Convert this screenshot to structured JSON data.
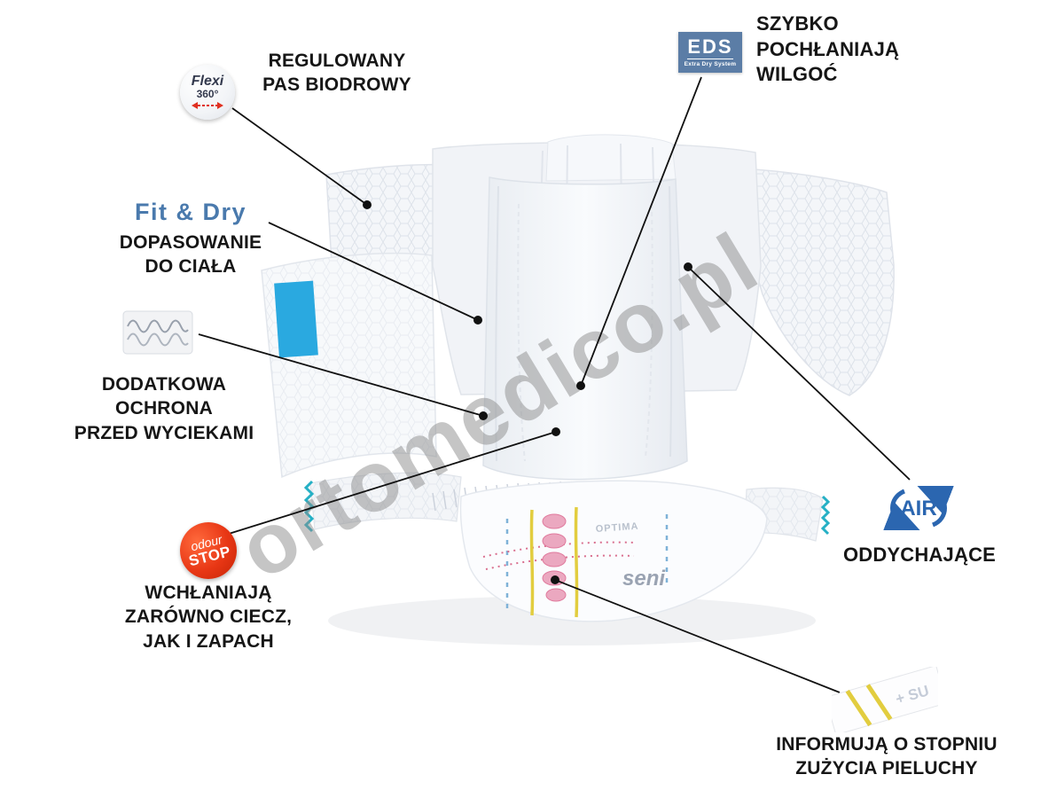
{
  "watermark": "ortomedico.pl",
  "product": {
    "brand": "seni",
    "line": "OPTIMA"
  },
  "features": {
    "flexi": {
      "badge_line1": "Flexi",
      "badge_line2": "360°",
      "label": "REGULOWANY\nPAS BIODROWY"
    },
    "fit_dry": {
      "badge": "Fit & Dry",
      "label": "DOPASOWANIE\nDO CIAŁA"
    },
    "leak_protection": {
      "label": "DODATKOWA\nOCHRONA\nPRZED WYCIEKAMI"
    },
    "odour_stop": {
      "badge_line1": "odour",
      "badge_line2": "STOP",
      "label": "WCHŁANIAJĄ\nZARÓWNO CIECZ,\nJAK I ZAPACH"
    },
    "eds": {
      "badge_main": "EDS",
      "badge_sub": "Extra Dry System",
      "label": "SZYBKO\nPOCHŁANIAJĄ\nWILGOĆ"
    },
    "air": {
      "badge": "AIR",
      "label": "ODDYCHAJĄCE"
    },
    "wetness_indicator": {
      "label": "INFORMUJĄ O STOPNIU\nZUŻYCIA PIELUCHY"
    }
  },
  "colors": {
    "accent_blue": "#2b66b0",
    "tape_blue": "#2aa9e0",
    "teal": "#25b0c5",
    "red": "#e83715",
    "eds_blue": "#5b7da6",
    "indicator_yellow": "#e2cd3f",
    "pink": "#e07a9d"
  }
}
